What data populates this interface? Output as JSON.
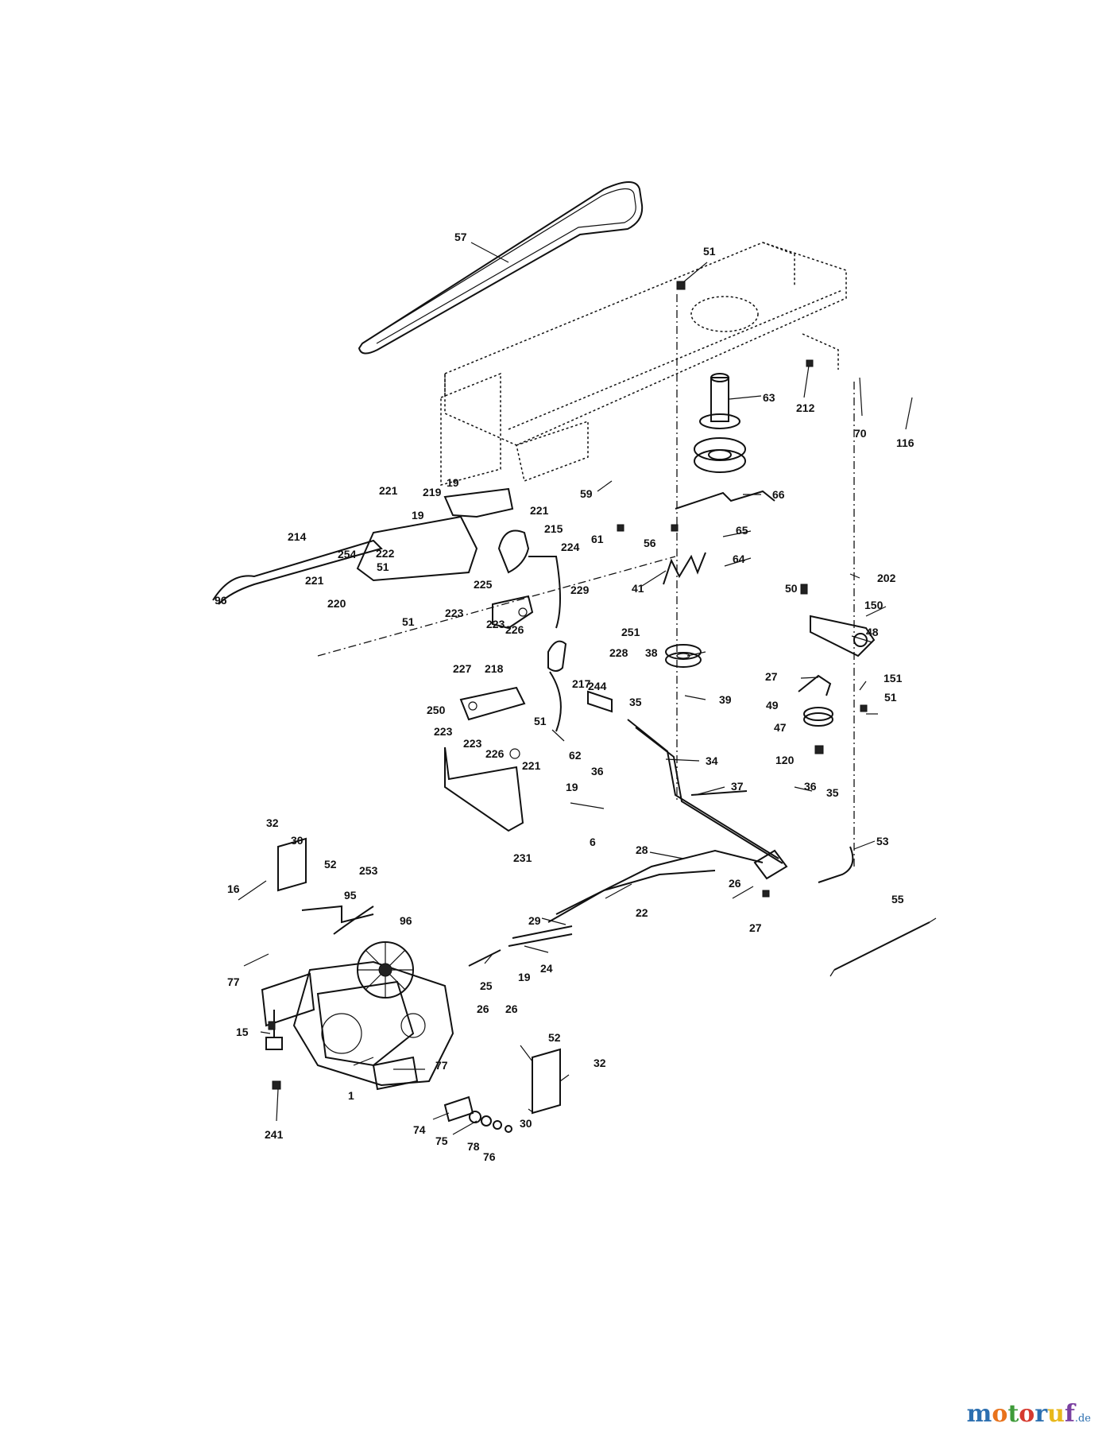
{
  "diagram": {
    "callouts": [
      {
        "id": "c57",
        "text": "57"
      },
      {
        "id": "c51a",
        "text": "51"
      },
      {
        "id": "c63",
        "text": "63"
      },
      {
        "id": "c212",
        "text": "212"
      },
      {
        "id": "c70",
        "text": "70"
      },
      {
        "id": "c116",
        "text": "116"
      },
      {
        "id": "c19a",
        "text": "19"
      },
      {
        "id": "c219",
        "text": "219"
      },
      {
        "id": "c221a",
        "text": "221"
      },
      {
        "id": "c221b",
        "text": "221"
      },
      {
        "id": "c19b",
        "text": "19"
      },
      {
        "id": "c59",
        "text": "59"
      },
      {
        "id": "c66",
        "text": "66"
      },
      {
        "id": "c214",
        "text": "214"
      },
      {
        "id": "c215",
        "text": "215"
      },
      {
        "id": "c61",
        "text": "61"
      },
      {
        "id": "c56",
        "text": "56"
      },
      {
        "id": "c65",
        "text": "65"
      },
      {
        "id": "c254",
        "text": "254"
      },
      {
        "id": "c222",
        "text": "222"
      },
      {
        "id": "c224",
        "text": "224"
      },
      {
        "id": "c221c",
        "text": "221"
      },
      {
        "id": "c51b",
        "text": "51"
      },
      {
        "id": "c64",
        "text": "64"
      },
      {
        "id": "c41",
        "text": "41"
      },
      {
        "id": "c50",
        "text": "50"
      },
      {
        "id": "c202",
        "text": "202"
      },
      {
        "id": "c96a",
        "text": "96"
      },
      {
        "id": "c220",
        "text": "220"
      },
      {
        "id": "c225",
        "text": "225"
      },
      {
        "id": "c229",
        "text": "229"
      },
      {
        "id": "c150",
        "text": "150"
      },
      {
        "id": "c223a",
        "text": "223"
      },
      {
        "id": "c51c",
        "text": "51"
      },
      {
        "id": "c251",
        "text": "251"
      },
      {
        "id": "c48",
        "text": "48"
      },
      {
        "id": "c223b",
        "text": "223"
      },
      {
        "id": "c226a",
        "text": "226"
      },
      {
        "id": "c228",
        "text": "228"
      },
      {
        "id": "c38",
        "text": "38"
      },
      {
        "id": "c227",
        "text": "227"
      },
      {
        "id": "c218",
        "text": "218"
      },
      {
        "id": "c217",
        "text": "217"
      },
      {
        "id": "c27a",
        "text": "27"
      },
      {
        "id": "c151",
        "text": "151"
      },
      {
        "id": "c244",
        "text": "244"
      },
      {
        "id": "c39",
        "text": "39"
      },
      {
        "id": "c51d",
        "text": "51"
      },
      {
        "id": "c49",
        "text": "49"
      },
      {
        "id": "c250",
        "text": "250"
      },
      {
        "id": "c35a",
        "text": "35"
      },
      {
        "id": "c223c",
        "text": "223"
      },
      {
        "id": "c51e",
        "text": "51"
      },
      {
        "id": "c223d",
        "text": "223"
      },
      {
        "id": "c47",
        "text": "47"
      },
      {
        "id": "c62",
        "text": "62"
      },
      {
        "id": "c226b",
        "text": "226"
      },
      {
        "id": "c36a",
        "text": "36"
      },
      {
        "id": "c34",
        "text": "34"
      },
      {
        "id": "c120",
        "text": "120"
      },
      {
        "id": "c221d",
        "text": "221"
      },
      {
        "id": "c37",
        "text": "37"
      },
      {
        "id": "c19c",
        "text": "19"
      },
      {
        "id": "c36b",
        "text": "36"
      },
      {
        "id": "c35b",
        "text": "35"
      },
      {
        "id": "c32a",
        "text": "32"
      },
      {
        "id": "c30a",
        "text": "30"
      },
      {
        "id": "c6",
        "text": "6"
      },
      {
        "id": "c53",
        "text": "53"
      },
      {
        "id": "c52a",
        "text": "52"
      },
      {
        "id": "c231",
        "text": "231"
      },
      {
        "id": "c28",
        "text": "28"
      },
      {
        "id": "c253",
        "text": "253"
      },
      {
        "id": "c16",
        "text": "16"
      },
      {
        "id": "c26a",
        "text": "26"
      },
      {
        "id": "c55",
        "text": "55"
      },
      {
        "id": "c95",
        "text": "95"
      },
      {
        "id": "c22",
        "text": "22"
      },
      {
        "id": "c96b",
        "text": "96"
      },
      {
        "id": "c27b",
        "text": "27"
      },
      {
        "id": "c29",
        "text": "29"
      },
      {
        "id": "c24",
        "text": "24"
      },
      {
        "id": "c77a",
        "text": "77"
      },
      {
        "id": "c25",
        "text": "25"
      },
      {
        "id": "c19d",
        "text": "19"
      },
      {
        "id": "c26b",
        "text": "26"
      },
      {
        "id": "c26c",
        "text": "26"
      },
      {
        "id": "c15",
        "text": "15"
      },
      {
        "id": "c77b",
        "text": "77"
      },
      {
        "id": "c1",
        "text": "1"
      },
      {
        "id": "c52b",
        "text": "52"
      },
      {
        "id": "c32b",
        "text": "32"
      },
      {
        "id": "c241",
        "text": "241"
      },
      {
        "id": "c74",
        "text": "74"
      },
      {
        "id": "c30b",
        "text": "30"
      },
      {
        "id": "c75",
        "text": "75"
      },
      {
        "id": "c78",
        "text": "78"
      },
      {
        "id": "c76",
        "text": "76"
      }
    ]
  },
  "watermark": {
    "letters": [
      "m",
      "o",
      "t",
      "o",
      "r",
      "u",
      "f"
    ],
    "colors": [
      "#2c6fb0",
      "#e8731c",
      "#3f9b3a",
      "#d63a2f",
      "#2c6fb0",
      "#e8b81c",
      "#7a3fa0"
    ],
    "suffix": ".de"
  }
}
